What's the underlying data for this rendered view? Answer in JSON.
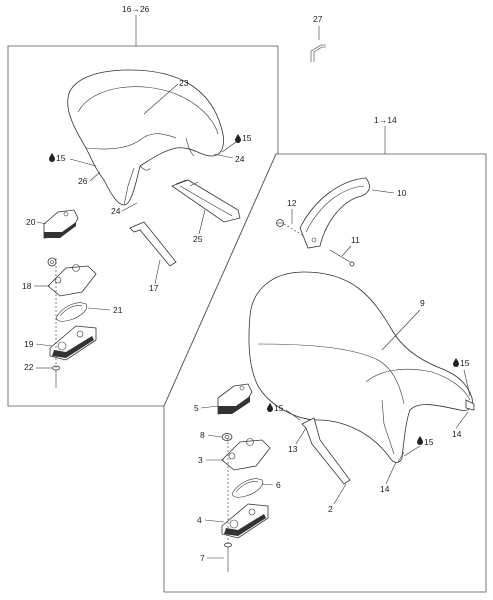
{
  "diagram": {
    "groups": [
      {
        "label": "16→26"
      },
      {
        "label": "1→14"
      }
    ],
    "callouts": {
      "c27": "27",
      "c23": "23",
      "c15a": "15",
      "c15b": "15",
      "c24a": "24",
      "c26": "26",
      "c24b": "24",
      "c20": "20",
      "c25": "25",
      "c18": "18",
      "c17": "17",
      "c21": "21",
      "c19": "19",
      "c22": "22",
      "c10": "10",
      "c12": "12",
      "c11": "11",
      "c9": "9",
      "c15c": "15",
      "c5": "5",
      "c15d": "15",
      "c14a": "14",
      "c15e": "15",
      "c8": "8",
      "c13": "13",
      "c3": "3",
      "c6": "6",
      "c14b": "14",
      "c2": "2",
      "c4": "4",
      "c7": "7"
    },
    "icons": {
      "droplet": "droplet-icon",
      "bracket": "bracket-icon"
    }
  }
}
